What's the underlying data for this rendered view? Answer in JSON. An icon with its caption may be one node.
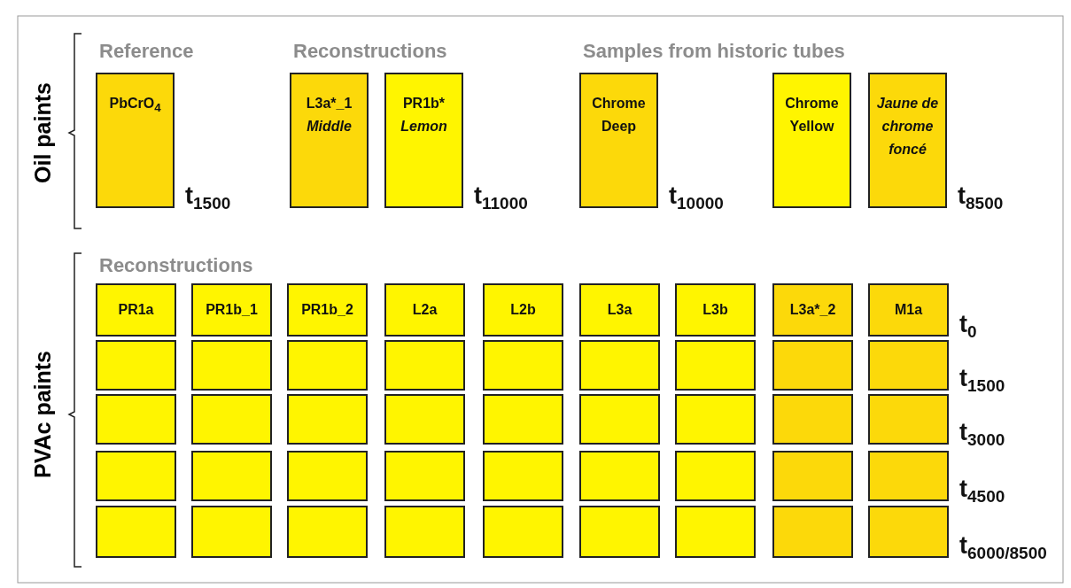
{
  "diagram": {
    "nodes": [
      {
        "text": [
          "PbCrO$_{4}$"
        ],
        "beside": [
          "t$_{1500}$"
        ]
      },
      {
        "text": [
          "L3a*_1",
          "Middle"
        ]
      },
      {
        "text": [
          "PR1b*",
          "Lemon"
        ],
        "beside": [
          "t$_{11000}$"
        ]
      },
      {
        "text": [
          "Chrome Deep"
        ],
        "beside": [
          "t$_{10000}$"
        ]
      },
      {
        "text": [
          "Chrome Yellow"
        ]
      },
      {
        "text": [
          "Jaune de chrome foncé"
        ],
        "beside": [
          "t$_{8500}$"
        ]
      },
      {
        "text": [
          "PR1a"
        ]
      },
      {
        "text": [
          "PR1b_1"
        ]
      },
      {
        "text": [
          "PR1b_2"
        ]
      },
      {
        "text": [
          "L2a"
        ]
      },
      {
        "text": [
          "L2b"
        ]
      },
      {
        "text": [
          "L3a"
        ]
      },
      {
        "text": [
          "L3b"
        ]
      },
      {
        "text": [
          "L3a*_2"
        ]
      },
      {
        "text": [
          "M1a"
        ],
        "beside": [
          "t$_{0}$"
        ]
      },
      {
        "text": [],
        "shape": "box"
      },
      {
        "text": [],
        "shape": "box"
      },
      {
        "text": [],
        "shape": "box"
      },
      {
        "text": [],
        "shape": "box"
      },
      {
        "text": [],
        "shape": "box"
      },
      {
        "text": [],
        "shape": "box"
      },
      {
        "text": [],
        "shape": "box"
      },
      {
        "text": [],
        "shape": "box"
      },
      {
        "text": [],
        "shape": "box",
        "beside": [
          "t$_{1500}$"
        ]
      },
      {
        "text": [],
        "shape": "box"
      },
      {
        "text": [],
        "shape": "box"
      },
      {
        "text": [],
        "shape": "box"
      },
      {
        "text": [],
        "shape": "box"
      },
      {
        "text": [],
        "shape": "box"
      },
      {
        "text": [],
        "shape": "box"
      },
      {
        "text": [],
        "shape": "box"
      },
      {
        "text": [],
        "shape": "box"
      },
      {
        "text": [],
        "shape": "box",
        "beside": [
          "t$_{3000}$"
        ]
      },
      {
        "text": [],
        "shape": "box"
      },
      {
        "text": [],
        "shape": "box"
      },
      {
        "text": [],
        "shape": "box"
      },
      {
        "text": [],
        "shape": "box"
      },
      {
        "text": [],
        "shape": "box"
      },
      {
        "text": [],
        "shape": "box"
      },
      {
        "text": [],
        "shape": "box"
      },
      {
        "text": [],
        "shape": "box"
      },
      {
        "text": [],
        "shape": "box",
        "beside": [
          "t$_{4500}$"
        ]
      },
      {
        "text": [],
        "shape": "box"
      },
      {
        "text": [],
        "shape": "box"
      },
      {
        "text": [],
        "shape": "box"
      },
      {
        "text": [],
        "shape": "box"
      },
      {
        "text": [],
        "shape": "box"
      },
      {
        "text": [],
        "shape": "box"
      },
      {
        "text": [],
        "shape": "box"
      },
      {
        "text": [],
        "shape": "box"
      },
      {
        "text": [],
        "shape": "box",
        "beside": [
          "t$_{6000/8500}$"
        ]
      }
    ],
    "labels": [
      "Reference",
      "Reconstructions",
      "Samples from historic tubes",
      "Oil paints",
      "Reconstructions",
      "PVAc paints"
    ]
  }
}
